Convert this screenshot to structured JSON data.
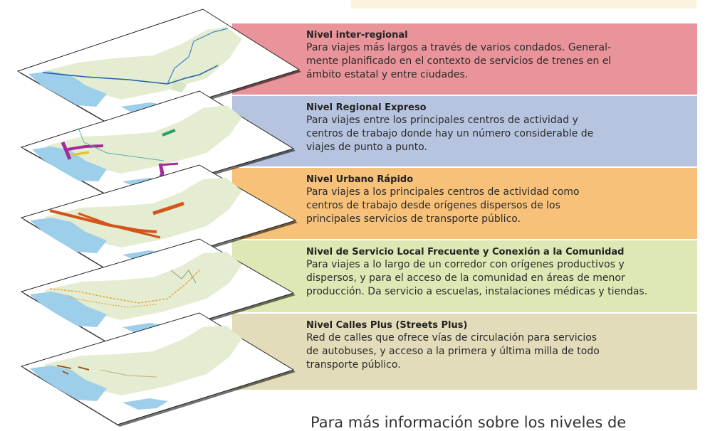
{
  "levels": [
    {
      "title": "Nivel inter-regional",
      "lines": [
        "Para viajes más largos a través de varios condados. General-",
        "mente planificado en el contexto de servicios de trenes en el",
        "ámbito estatal y entre ciudades."
      ],
      "color": "#e9949a"
    },
    {
      "title": "Nivel Regional Expreso",
      "lines": [
        "Para viajes entre los principales centros de actividad y",
        "centros de trabajo donde hay un número considerable de",
        "viajes de punto a punto."
      ],
      "color": "#b7c4e0"
    },
    {
      "title": "Nivel Urbano Rápido",
      "lines": [
        "Para viajes a los principales centros de actividad como",
        "centros de trabajo desde orígenes dispersos de los",
        "principales servicios de transporte público."
      ],
      "color": "#f8c179"
    },
    {
      "title": "Nivel de Servicio Local Frecuente y Conexión a la Comunidad",
      "lines": [
        "Para viajes a lo largo de un corredor con orígenes productivos y",
        "dispersos, y para el acceso de la comunidad en áreas de menor",
        "producción. Da servicio a escuelas, instalaciones médicas y tiendas."
      ],
      "color": "#dde8b5"
    },
    {
      "title": "Nivel Calles Plus (Streets Plus)",
      "lines": [
        "Red de calles que ofrece vías de circulación para servicios",
        "de autobuses, y acceso a la primera y última milla de todo",
        "transporte público."
      ],
      "color": "#e2dcba"
    }
  ],
  "footer": "Para más información sobre los niveles de"
}
